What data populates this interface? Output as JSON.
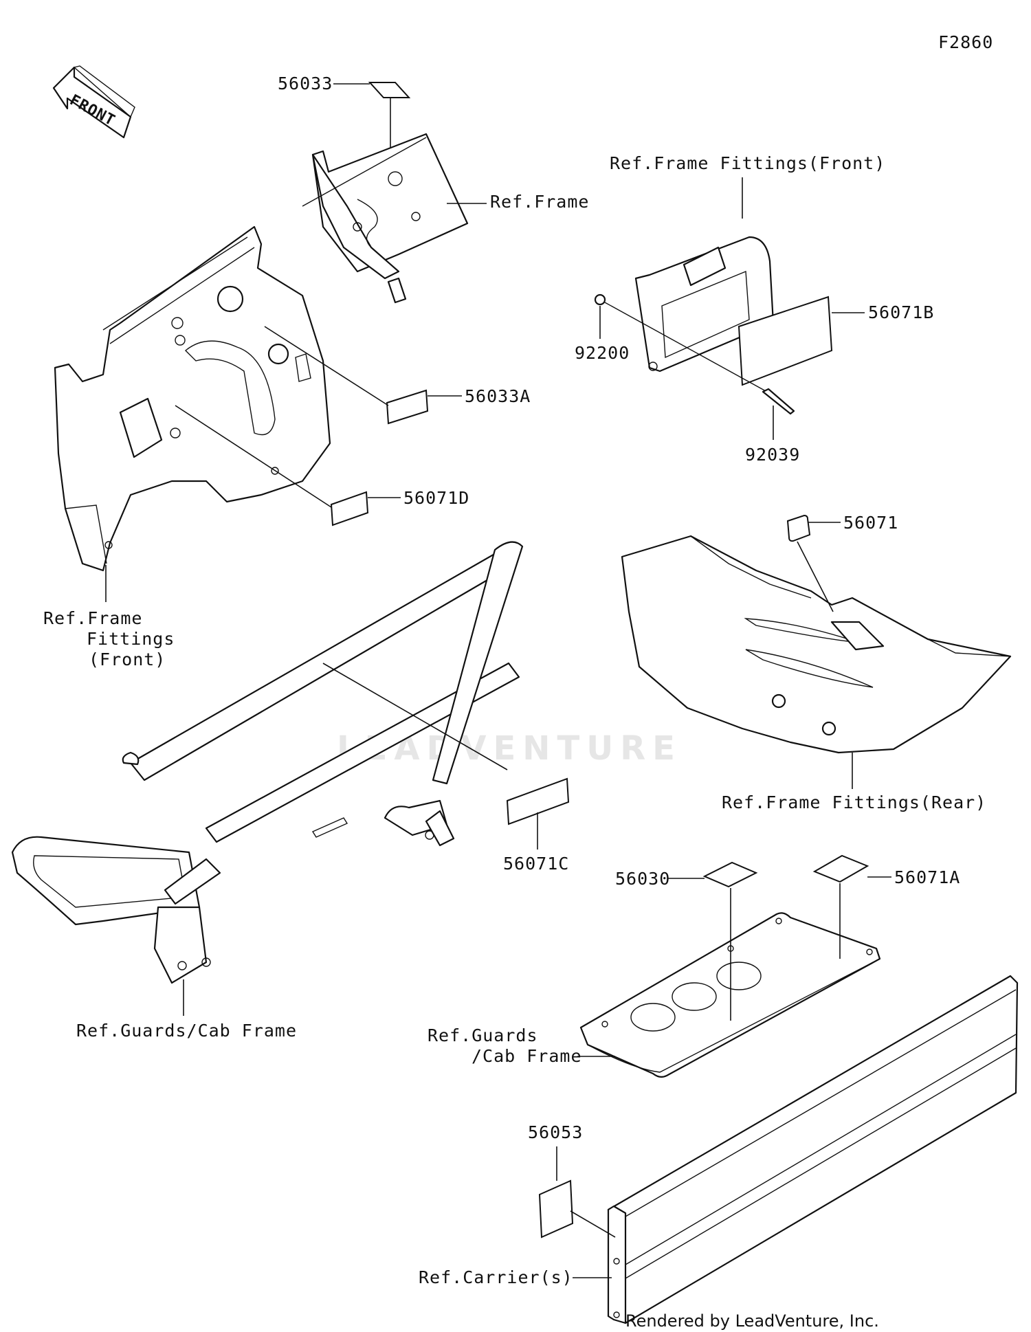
{
  "diagram_code": "F2860",
  "front_arrow_label": "FRONT",
  "watermark": "LEADVENTURE",
  "footer": "Rendered by LeadVenture, Inc.",
  "labels": {
    "p56033": "56033",
    "ref_frame": "Ref.Frame",
    "ref_frame_fittings_front_1": "Ref.Frame Fittings(Front)",
    "p56071b": "56071B",
    "p92200": "92200",
    "p92039": "92039",
    "p56033a": "56033A",
    "p56071d": "56071D",
    "ref_frame_fittings_front_2_line1": "Ref.Frame",
    "ref_frame_fittings_front_2_line2": "Fittings",
    "ref_frame_fittings_front_2_line3": "(Front)",
    "p56071": "56071",
    "ref_frame_fittings_rear": "Ref.Frame Fittings(Rear)",
    "p56071c": "56071C",
    "p56030": "56030",
    "p56071a": "56071A",
    "ref_guards_cab_frame_1": "Ref.Guards/Cab Frame",
    "ref_guards_cab_frame_2_line1": "Ref.Guards",
    "ref_guards_cab_frame_2_line2": "/Cab Frame",
    "p56053": "56053",
    "ref_carriers": "Ref.Carrier(s)"
  }
}
